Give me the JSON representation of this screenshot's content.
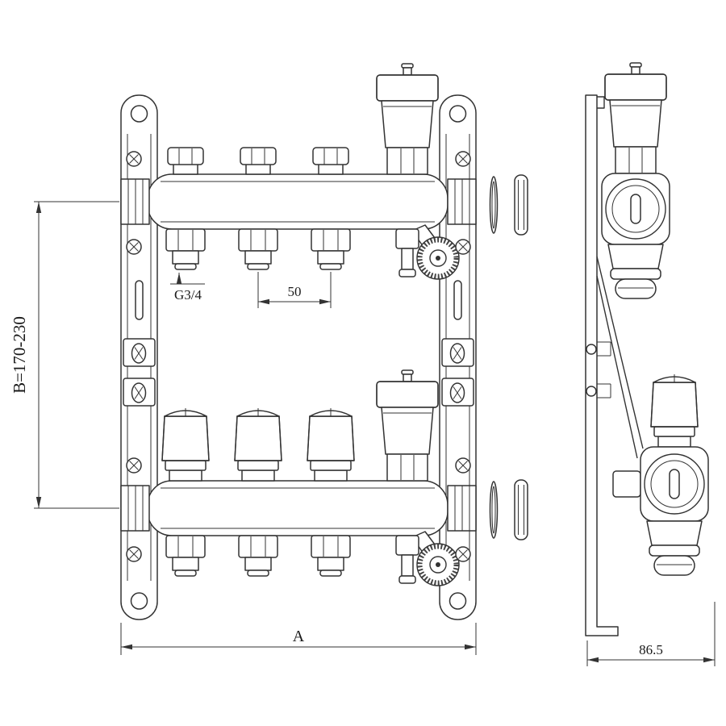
{
  "page": {
    "background": "#ffffff",
    "line_color": "#333333"
  },
  "drawing": {
    "subject": "heating-manifold-technical-drawing",
    "views": {
      "front": "front-view",
      "side": "side-view"
    },
    "labels": {
      "height_range": "B=170-230",
      "thread": "G3/4",
      "spacing": "50",
      "width": "A",
      "depth": "86.5"
    }
  }
}
